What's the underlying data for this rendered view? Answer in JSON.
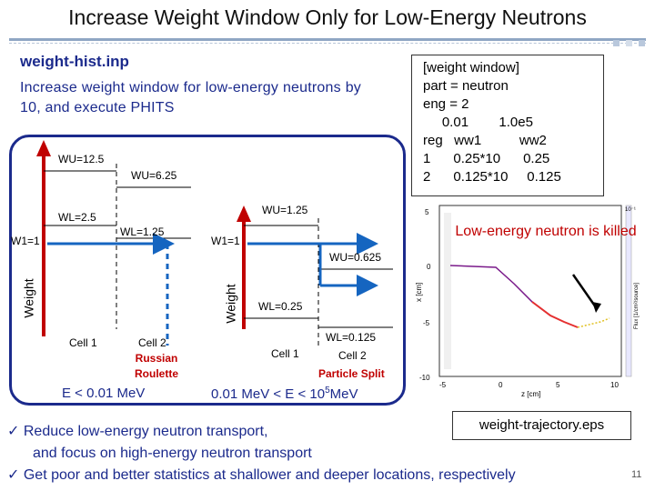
{
  "slide": {
    "title": "Increase Weight Window Only for Low-Energy Neutrons",
    "input_file": "weight-hist.inp",
    "description": "Increase weight window for low-energy neutrons by 10, and execute PHITS",
    "page_number": "11"
  },
  "diagram_left": {
    "wu_high": "WU=12.5",
    "wu_low": "WU=6.25",
    "wl_cell1": "WL=2.5",
    "wl_cell2": "WL=1.25",
    "w1": "W1=1",
    "weight_axis": "Weight",
    "cell1": "Cell 1",
    "cell2": "Cell 2",
    "process": "Russian Roulette",
    "energy": "E < 0.01 MeV"
  },
  "diagram_right": {
    "wu_high": "WU=1.25",
    "wu_low": "WU=0.625",
    "wl_cell1": "WL=0.25",
    "wl_cell2": "WL=0.125",
    "w1": "W1=1",
    "weight_axis": "Weight",
    "cell1": "Cell 1",
    "cell2": "Cell 2",
    "process": "Particle Split",
    "energy": "0.01 MeV < E < 10",
    "energy_exp": "5",
    "energy_unit": "MeV"
  },
  "code_box": {
    "lines": [
      "[weight window]",
      "part = neutron",
      "eng = 2",
      "     0.01        1.0e5",
      "reg   ww1          ww2",
      "1      0.25*10      0.25",
      "2      0.125*10     0.125"
    ]
  },
  "plot": {
    "callout": "Low-energy neutron is killed",
    "xlabel": "z [cm]",
    "ylabel": "x [cm]",
    "x_ticks": [
      "-5",
      "0",
      "5",
      "10"
    ],
    "y_ticks": [
      "5",
      "0",
      "-5",
      "-10"
    ],
    "colorbar_label": "Flux [1/cm²/source]",
    "colorbar_top": "10⁻¹",
    "caption": "weight-trajectory.eps"
  },
  "bullets": [
    "Reduce low-energy neutron transport,",
    "and focus on high-energy neutron transport",
    "Get poor and better statistics at shallower and deeper locations, respectively"
  ],
  "colors": {
    "accent_blue": "#1b2a8c",
    "arrow_blue": "#1565c0",
    "red": "#c00000",
    "rule": "#8fa6c4"
  }
}
